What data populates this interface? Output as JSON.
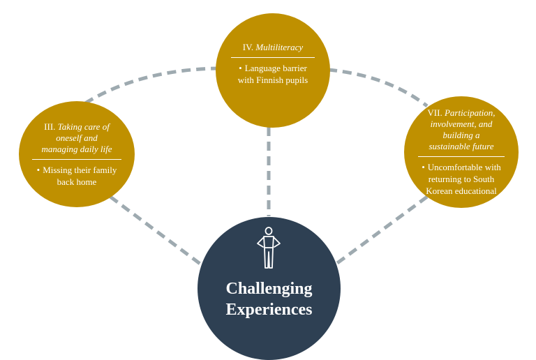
{
  "colors": {
    "node_fill": "#bf9000",
    "center_fill": "#2e4053",
    "connector": "#9eaab0",
    "text": "#ffffff"
  },
  "center": {
    "title_line1": "Challenging",
    "title_line2": "Experiences",
    "icon": "person-figure-icon"
  },
  "nodes": {
    "multiliteracy": {
      "numeral": "IV.",
      "title": "Multiliteracy",
      "items": [
        "Language barrier with Finnish pupils"
      ]
    },
    "daily_life": {
      "numeral": "III.",
      "title_line1": "Taking care of",
      "title_line2": "oneself and",
      "title_line3": "managing daily life",
      "items": [
        "Missing their family back home"
      ]
    },
    "participation": {
      "numeral": "VII.",
      "title_line1": "Participation,",
      "title_line2": "involvement, and",
      "title_line3": "building a",
      "title_line4": "sustainable future",
      "items": [
        "Uncomfortable with returning to South Korean educational"
      ]
    }
  },
  "bullet": "•"
}
